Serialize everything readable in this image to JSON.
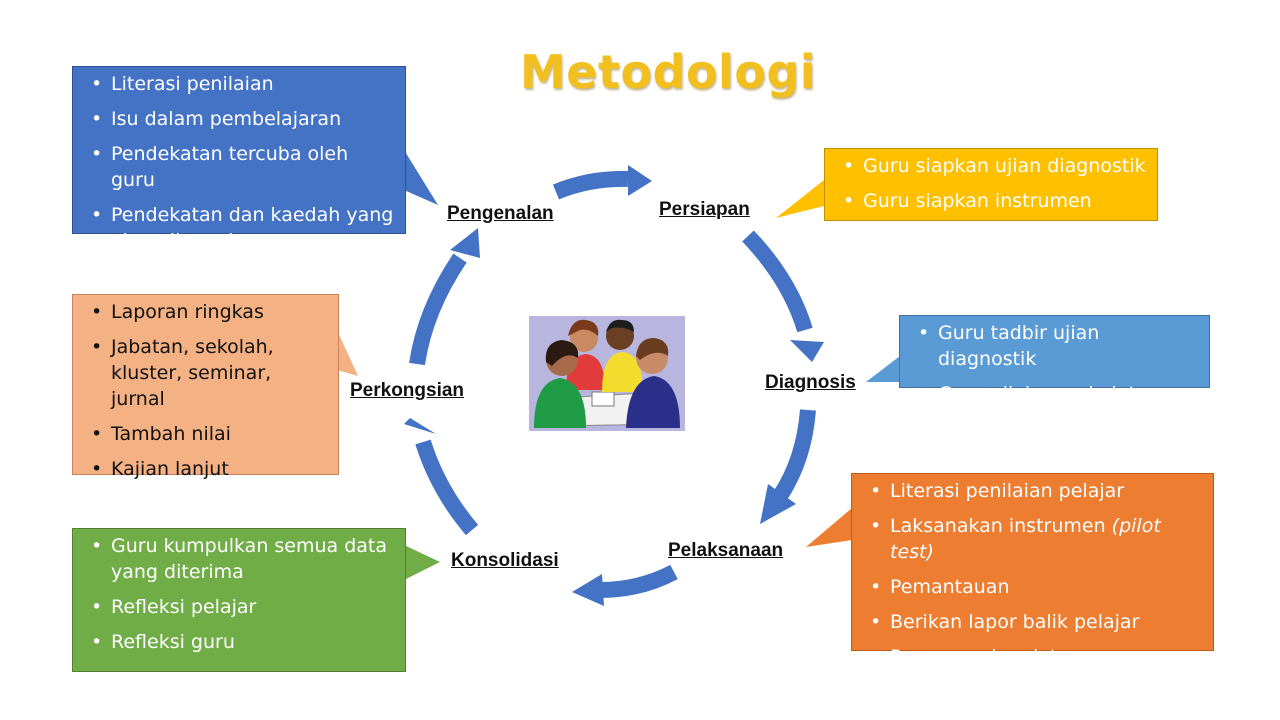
{
  "title": "Metodologi",
  "stages": {
    "pengenalan": "Pengenalan",
    "persiapan": "Persiapan",
    "diagnosis": "Diagnosis",
    "pelaksanaan": "Pelaksanaan",
    "konsolidasi": "Konsolidasi",
    "perkongsian": "Perkongsian"
  },
  "boxes": {
    "pengenalan": {
      "color": "#4472c4",
      "items": [
        "Literasi penilaian",
        "Isu dalam pembelajaran",
        "Pendekatan tercuba oleh guru",
        "Pendekatan dan kaedah yang akan digunakan"
      ]
    },
    "persiapan": {
      "color": "#ffc000",
      "items": [
        "Guru siapkan ujian diagnostik",
        "Guru siapkan instrumen"
      ]
    },
    "diagnosis": {
      "color": "#5b9bd5",
      "items": [
        "Guru tadbir ujian diagnostik",
        "Guru nilai semula intrumen"
      ]
    },
    "pelaksanaan": {
      "color": "#ed7d31",
      "items": [
        "Literasi penilaian pelajar",
        "Laksanakan instrumen",
        "Pemantauan",
        "Berikan lapor balik pelajar",
        "Pengumpulan data"
      ],
      "italic_suffix": "(pilot test)"
    },
    "konsolidasi": {
      "color": "#70ad47",
      "items": [
        "Guru kumpulkan semua data yang diterima",
        "Refleksi pelajar",
        "Refleksi guru"
      ]
    },
    "perkongsian": {
      "color": "#f4b183",
      "items": [
        "Laporan ringkas",
        "Jabatan, sekolah, kluster, seminar, jurnal",
        "Tambah nilai",
        "Kajian lanjut"
      ]
    }
  },
  "arrow_color": "#4472c4",
  "center_image": "group-of-students-clipart"
}
